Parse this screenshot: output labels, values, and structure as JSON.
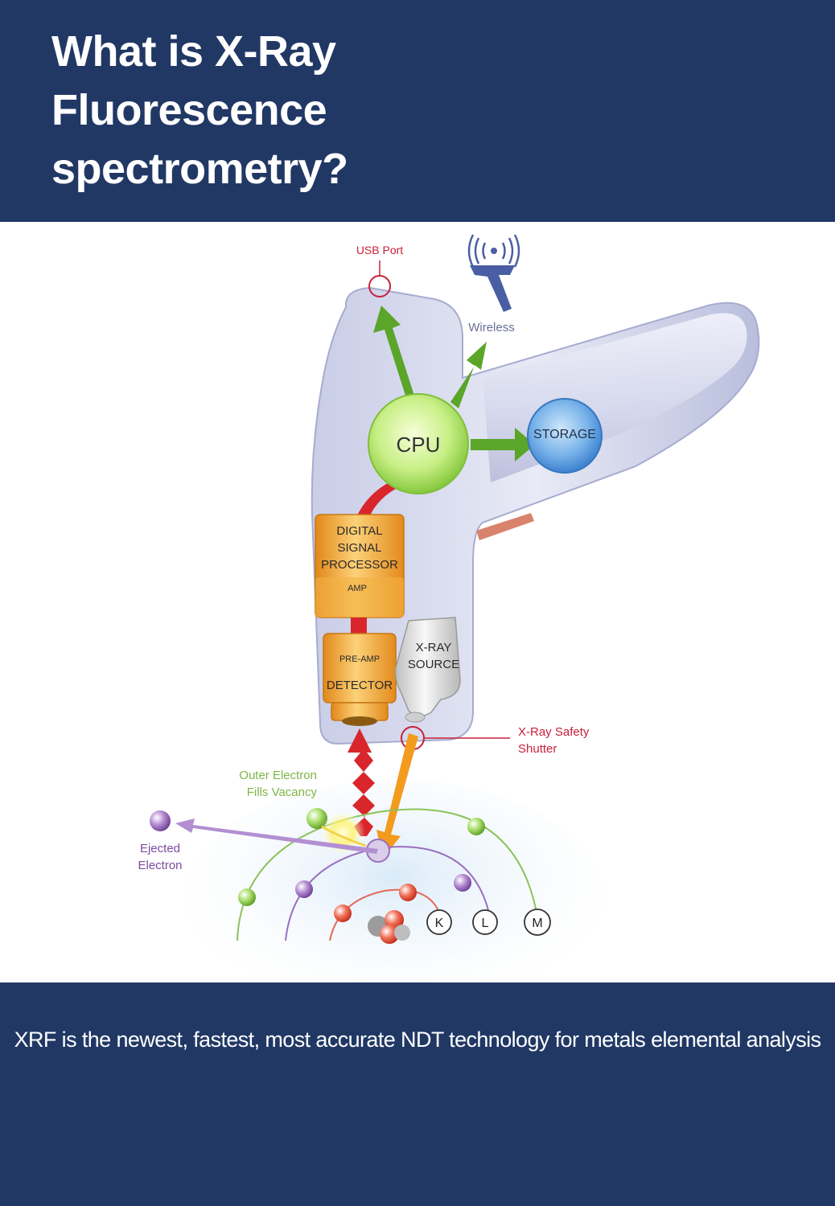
{
  "header": {
    "title_line1": "What is X-Ray",
    "title_line2": "Fluorescence",
    "title_line3": "spectrometry?"
  },
  "diagram": {
    "labels": {
      "usb_port": "USB Port",
      "wireless": "Wireless",
      "cpu": "CPU",
      "storage": "STORAGE",
      "dsp_line1": "DIGITAL",
      "dsp_line2": "SIGNAL",
      "dsp_line3": "PROCESSOR",
      "amp": "AMP",
      "pre_amp": "PRE-AMP",
      "detector": "DETECTOR",
      "xray_source_line1": "X-RAY",
      "xray_source_line2": "SOURCE",
      "shutter_line1": "X-Ray Safety",
      "shutter_line2": "Shutter",
      "outer_line1": "Outer Electron",
      "outer_line2": "Fills Vacancy",
      "ejected_line1": "Ejected",
      "ejected_line2": "Electron",
      "shell_k": "K",
      "shell_l": "L",
      "shell_m": "M"
    },
    "colors": {
      "navy": "#213865",
      "green_arrow": "#5aa52a",
      "red_arrow": "#d8262c",
      "orange_component": "#f0a22e",
      "cpu_green": "#c8ef86",
      "storage_blue": "#5d9fe0",
      "purple": "#7d4ba0",
      "red_label": "#c8203a"
    }
  },
  "footer": {
    "text": "XRF is the newest, fastest, most accurate NDT technology for metals elemental analysis"
  }
}
